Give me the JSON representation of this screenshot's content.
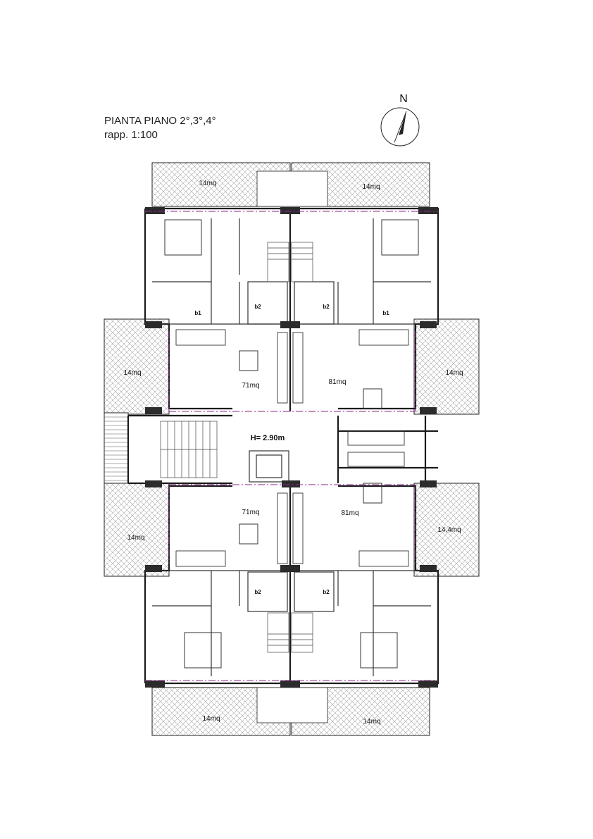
{
  "title": {
    "line1": "PIANTA PIANO 2°,3°,4°",
    "line2": "rapp. 1:100"
  },
  "compass": {
    "label": "N"
  },
  "rooms": {
    "top_terrace_left": "14mq",
    "top_terrace_right": "14mq",
    "left_terrace_upper": "14mq",
    "right_terrace_upper": "14mq",
    "left_terrace_lower": "14mq",
    "right_terrace_lower": "14,4mq",
    "bottom_terrace_left": "14mq",
    "bottom_terrace_right": "14mq",
    "apt_upper_left": "71mq",
    "apt_upper_right": "81mq",
    "apt_lower_left": "71mq",
    "apt_lower_right": "81mq",
    "ceiling_height": "H= 2.90m"
  },
  "bath_labels": {
    "ul_b1": "b1",
    "ul_b2": "b2",
    "ur_b2": "b2",
    "ur_b1": "b1",
    "ll_b2": "b2",
    "lr_b2": "b2"
  },
  "colors": {
    "wall": "#1a1a1a",
    "terrace_hatch": "#777777",
    "accent_line": "#8a2a8a",
    "pillar": "#2b2b2b"
  }
}
